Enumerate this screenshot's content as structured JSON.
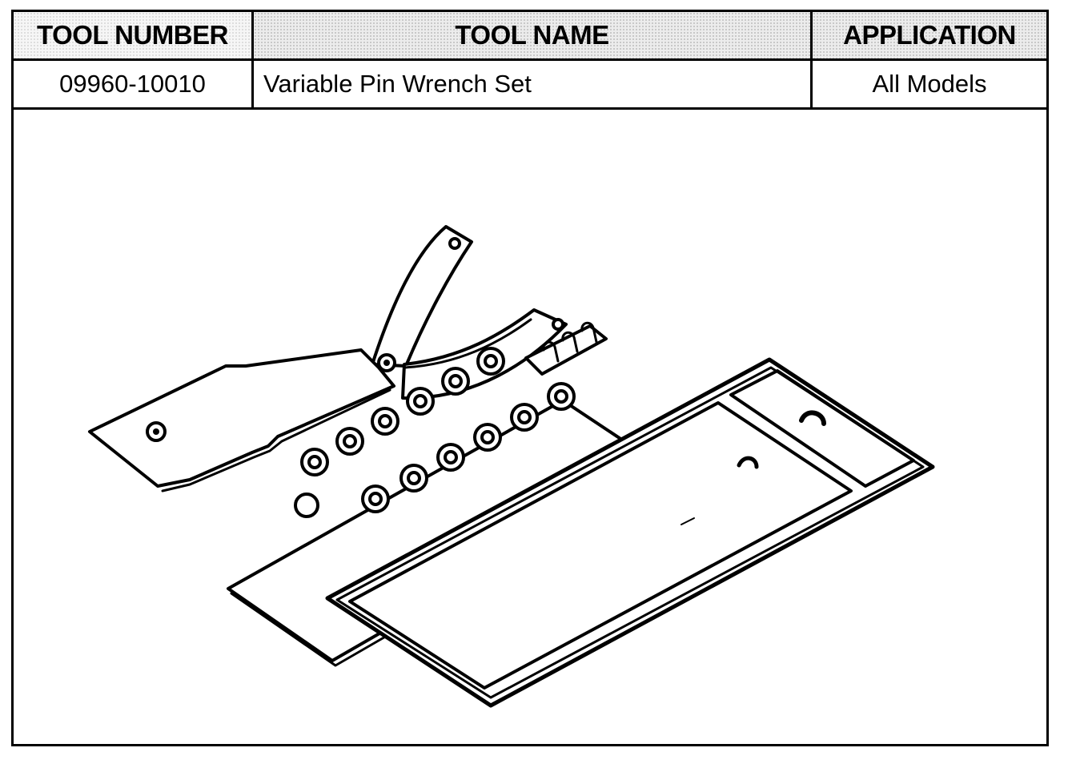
{
  "table": {
    "headers": {
      "tool_number": "TOOL NUMBER",
      "tool_name": "TOOL NAME",
      "application": "APPLICATION"
    },
    "row": {
      "tool_number": "09960-10010",
      "tool_name": "Variable Pin Wrench Set",
      "application": "All Models"
    }
  },
  "illustration": {
    "parts": [
      "pin-wrench",
      "pin-plate",
      "storage-tray"
    ],
    "line_color": "#000000",
    "fill_color": "#ffffff"
  }
}
